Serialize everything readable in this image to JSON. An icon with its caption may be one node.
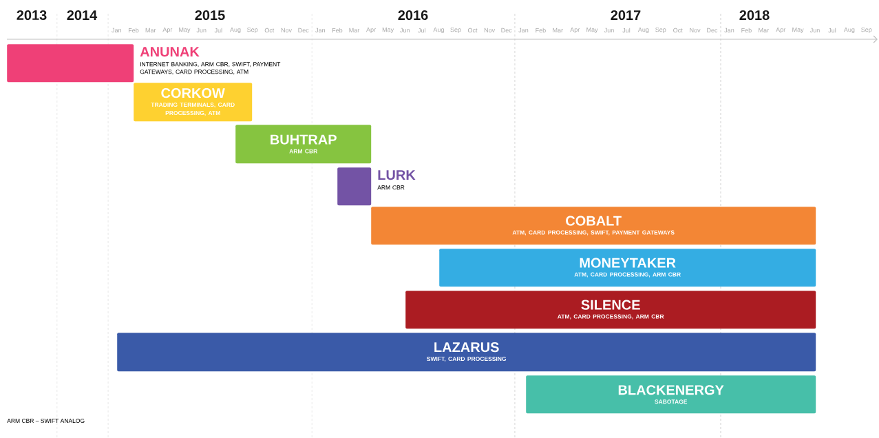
{
  "diagram": {
    "nodes": [
      {
        "text": [
          "ANUNAK",
          "INTERNET BANKING, ARM CBR, SWIFT, PAYMENT GATEWAYS, CARD PROCESSING, ATM"
        ]
      },
      {
        "text": [
          "CORKOW",
          "TRADING TERMINALS, CARD PROCESSING, ATM"
        ]
      },
      {
        "text": [
          "BUHTRAP",
          "ARM CBR"
        ]
      },
      {
        "text": [
          "LURK",
          "ARM CBR"
        ]
      },
      {
        "text": [
          "COBALT",
          "ATM, CARD PROCESSING, SWIFT, PAYMENT GATEWAYS"
        ]
      },
      {
        "text": [
          "MONEYTAKER",
          "ATM, CARD PROCESSING, ARM CBR"
        ]
      },
      {
        "text": [
          "SILENCE",
          "ATM, CARD PROCESSING, ARM CBR"
        ]
      },
      {
        "text": [
          "LAZARUS",
          "SWIFT, CARD PROCESSING"
        ]
      },
      {
        "text": [
          "BLACKENERGY",
          "SABOTAGE"
        ]
      }
    ],
    "labels": [
      "2013",
      "2014",
      "2015",
      "2016",
      "2017",
      "2018",
      "Jan",
      "Feb",
      "Mar",
      "Apr",
      "May",
      "Jun",
      "Jul",
      "Aug",
      "Sep",
      "Oct",
      "Nov",
      "Dec",
      "Jan",
      "Feb",
      "Mar",
      "Apr",
      "May",
      "Jun",
      "Jul",
      "Aug",
      "Sep",
      "Oct",
      "Nov",
      "Dec",
      "Jan",
      "Feb",
      "Mar",
      "Apr",
      "May",
      "Jun",
      "Jul",
      "Aug",
      "Sep",
      "Oct",
      "Nov",
      "Dec",
      "Jan",
      "Feb",
      "Mar",
      "Apr",
      "May",
      "Jun",
      "Jul",
      "Aug",
      "Sep",
      "ARM CBR – SWIFT ANALOG"
    ]
  }
}
